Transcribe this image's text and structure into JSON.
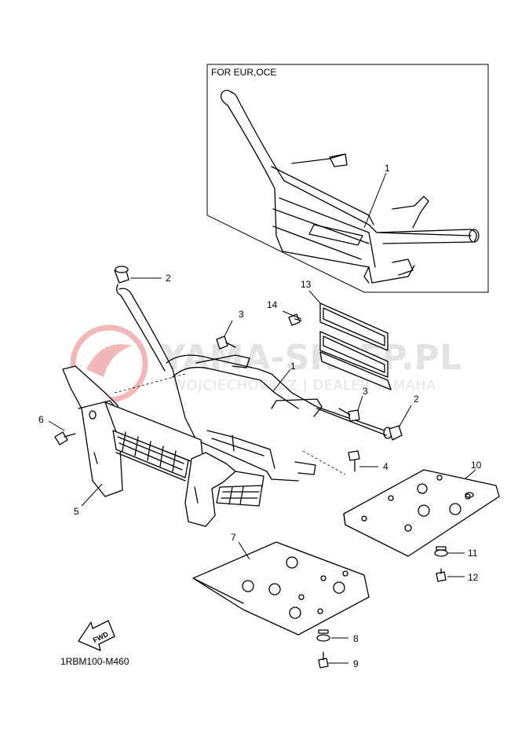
{
  "inset": {
    "title": "FOR EUR,OCE"
  },
  "diagram_code": "1RBM100-M460",
  "watermark": {
    "line1": "YAMA-SKLEP.PL",
    "line2": "WOJCIECHOWICZ | DEALER YAMAHA"
  },
  "fwd_label": "FWD",
  "callouts": {
    "inset_1": "1",
    "c1": "1",
    "c2a": "2",
    "c2b": "2",
    "c3a": "3",
    "c3b": "3",
    "c4": "4",
    "c5": "5",
    "c6": "6",
    "c7": "7",
    "c8": "8",
    "c9": "9",
    "c10": "10",
    "c11": "11",
    "c12": "12",
    "c13": "13",
    "c14": "14"
  },
  "colors": {
    "line": "#000000",
    "watermark_red": "#f2b8b8",
    "watermark_gray": "#e3e3e3"
  }
}
